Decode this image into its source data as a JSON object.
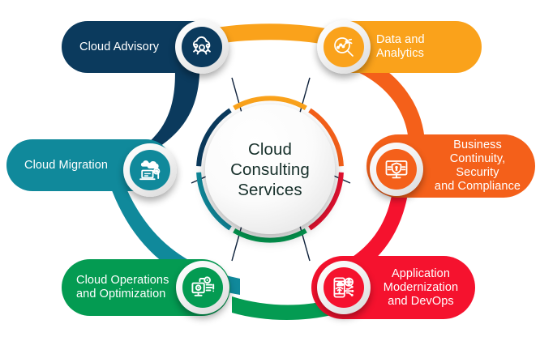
{
  "diagram": {
    "title": "Cloud Consulting Services",
    "hub": {
      "lines": [
        "Cloud",
        "Consulting",
        "Services"
      ],
      "text_color": "#17302b"
    },
    "background": "#ffffff",
    "services": [
      {
        "id": "cloud-advisory",
        "label": "Cloud Advisory",
        "lines": [
          "Cloud Advisory"
        ],
        "color": "#0b3a5d",
        "icon": "cloud-people-icon",
        "position": "top-left"
      },
      {
        "id": "data-and-analytics",
        "label": "Data and Analytics",
        "lines": [
          "Data and Analytics"
        ],
        "color": "#faa21b",
        "icon": "magnifier-chart-icon",
        "position": "top-right"
      },
      {
        "id": "cloud-migration",
        "label": "Cloud Migration",
        "lines": [
          "Cloud Migration"
        ],
        "color": "#10899b",
        "icon": "cloud-laptop-gear-icon",
        "position": "middle-left"
      },
      {
        "id": "business-continuity-security-and-compliance",
        "label": "Business Continuity, Security and Compliance",
        "lines": [
          "Business",
          "Continuity, Security",
          "and Compliance"
        ],
        "color": "#f4601a",
        "icon": "monitor-shield-lock-icon",
        "position": "middle-right"
      },
      {
        "id": "cloud-operations-and-optimization",
        "label": "Cloud Operations and Optimization",
        "lines": [
          "Cloud Operations",
          "and Optimization"
        ],
        "color": "#049b52",
        "icon": "monitor-gears-icon",
        "position": "bottom-left"
      },
      {
        "id": "application-modernization-and-devops",
        "label": "Application Modernization and DevOps",
        "lines": [
          "Application",
          "Modernization",
          "and DevOps"
        ],
        "color": "#f5122e",
        "icon": "mobile-cloud-network-icon",
        "position": "bottom-right"
      }
    ],
    "ring_segments": [
      {
        "id": "segment-cloud-advisory",
        "color": "#0b3a5d"
      },
      {
        "id": "segment-data-and-analytics",
        "color": "#faa21b"
      },
      {
        "id": "segment-business-continuity",
        "color": "#f4601a"
      },
      {
        "id": "segment-application-modernization",
        "color": "#e41230"
      },
      {
        "id": "segment-cloud-operations",
        "color": "#049b52"
      },
      {
        "id": "segment-cloud-migration",
        "color": "#10899b"
      }
    ]
  }
}
